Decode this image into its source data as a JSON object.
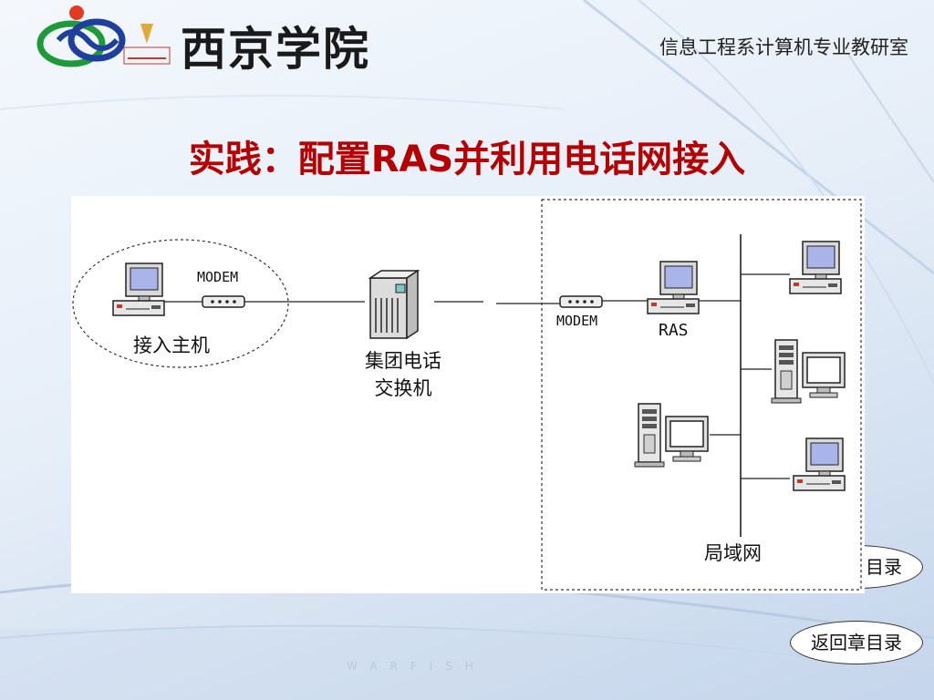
{
  "header": {
    "logo_text": "西京学院",
    "department": "信息工程系计算机专业教研室"
  },
  "slide": {
    "title": "实践：配置RAS并利用电话网接入"
  },
  "diagram": {
    "modem_left": "MODEM",
    "access_host": "接入主机",
    "switch_line1": "集团电话",
    "switch_line2": "交换机",
    "modem_right": "MODEM",
    "ras": "RAS",
    "lan": "局域网"
  },
  "nav": {
    "main_toc": "返回总目录",
    "chapter_toc": "返回章目录"
  },
  "watermark": "WARFISH",
  "colors": {
    "title": "#b50000",
    "monitor_screen": "#a9b4e8"
  }
}
